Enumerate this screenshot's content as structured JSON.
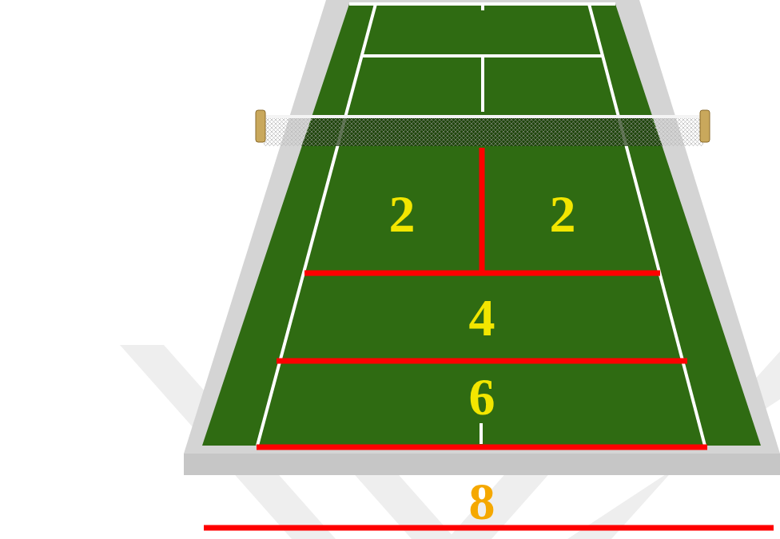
{
  "diagram": {
    "labels": [
      "2",
      "2",
      "4",
      "6",
      "8"
    ]
  }
}
